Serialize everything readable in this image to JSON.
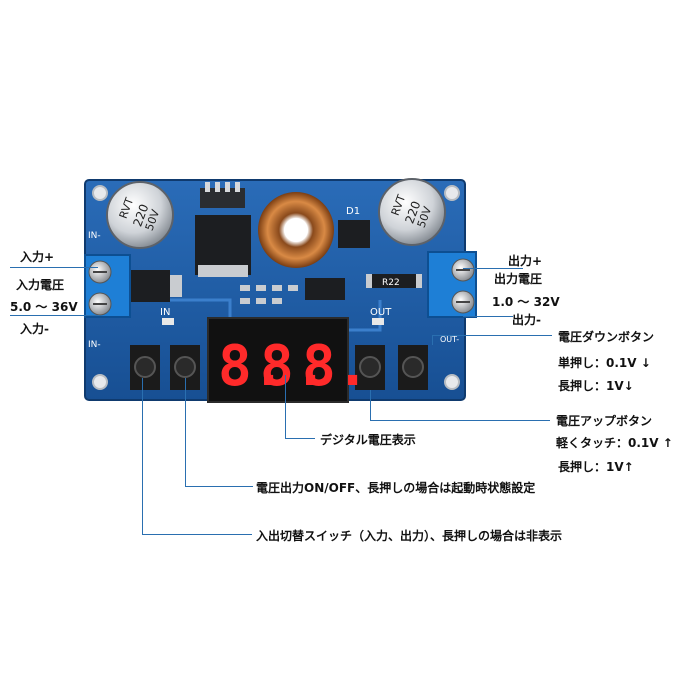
{
  "board": {
    "in_marker": "IN-",
    "out_marker": "OUT-",
    "in_label": "IN",
    "out_label": "OUT",
    "cap_left": [
      "220",
      "50V",
      "RVT"
    ],
    "cap_right": [
      "220",
      "50V",
      "RVT"
    ],
    "diode": "D1",
    "resistor": "R22",
    "display_digits": [
      "8.",
      "8.",
      "8."
    ],
    "colors": {
      "pcb": "#1f5fa8",
      "terminal": "#1e7fd6",
      "display_on": "#ff2a2a",
      "display_off": "#3a0808"
    }
  },
  "labels": {
    "input_plus": "入力+",
    "input_voltage": "入力電圧",
    "input_range": "5.0 ～ 36V",
    "input_minus": "入力-",
    "output_plus": "出力+",
    "output_voltage": "出力電圧",
    "output_range": "1.0 ～ 32V",
    "output_minus": "出力-",
    "down_button": "電圧ダウンボタン",
    "down_single": "単押し：0.1V ↓",
    "down_long": "長押し：1V↓",
    "up_button": "電圧アップボタン",
    "up_single": "軽くタッチ：0.1V ↑",
    "up_long": "長押し：1V↑",
    "display": "デジタル電圧表示",
    "onoff": "電圧出力ON/OFF、長押しの場合は起動時状態設定",
    "switch": "入出切替スイッチ（入力、出力）、長押しの場合は非表示"
  }
}
